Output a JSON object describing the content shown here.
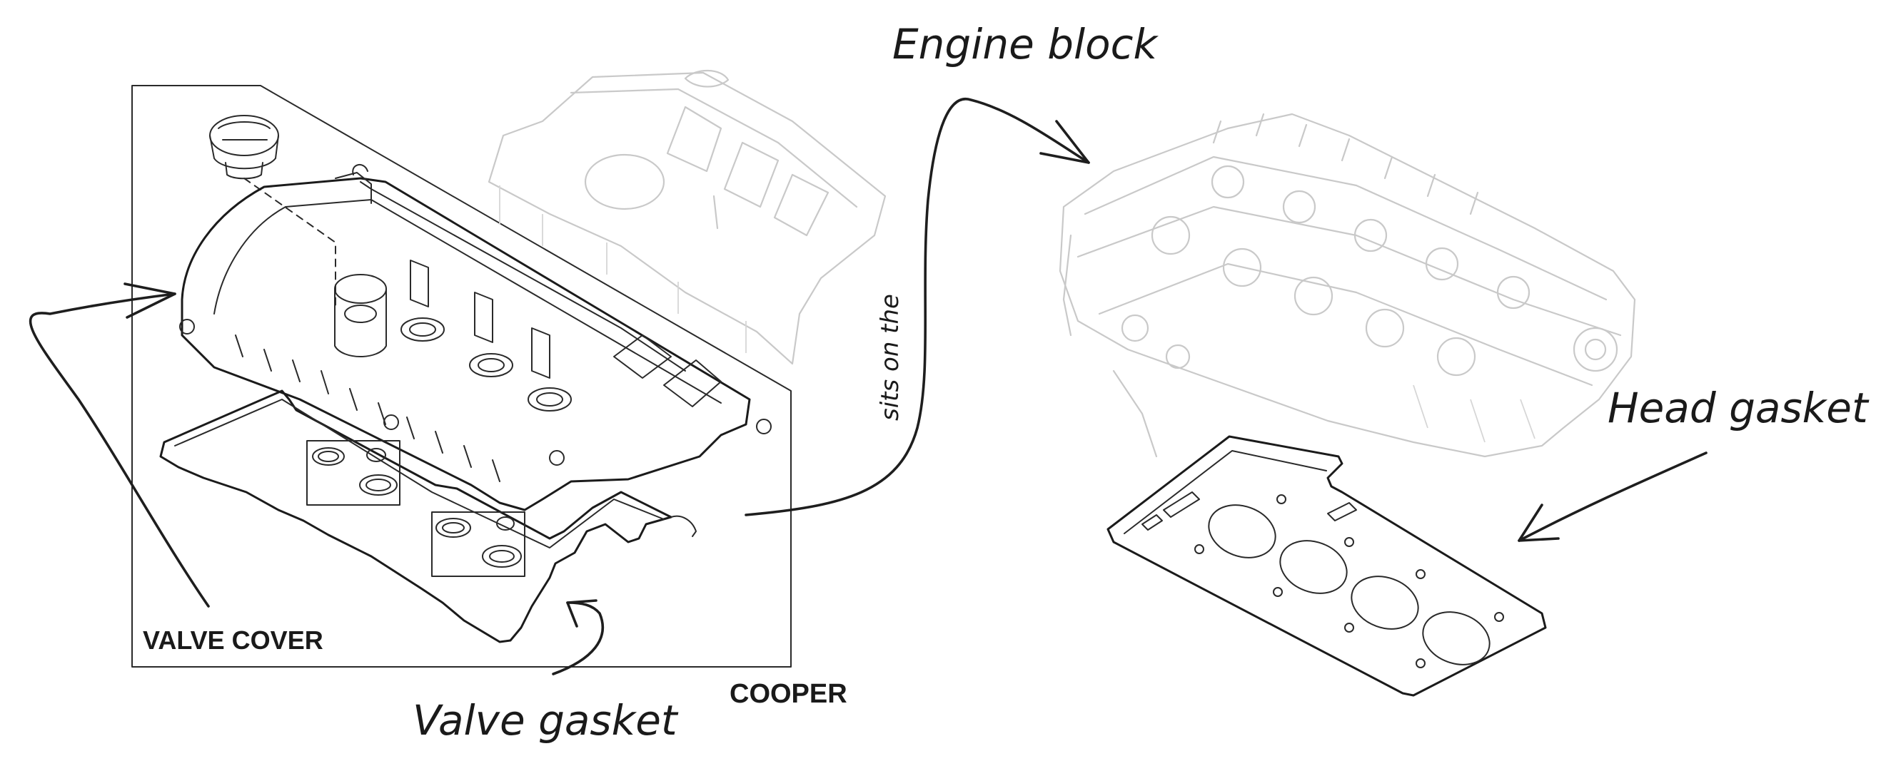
{
  "labels": {
    "valve_cover": "VALVE COVER",
    "cooper": "COOPER",
    "valve_gasket": "Valve gasket",
    "engine_block": "Engine block",
    "sits_on_the": "sits on the",
    "head_gasket": "Head gasket"
  },
  "colors": {
    "ink": "#1b1b1b",
    "faint_drawing": "#c9c9c9",
    "background": "#ffffff"
  }
}
